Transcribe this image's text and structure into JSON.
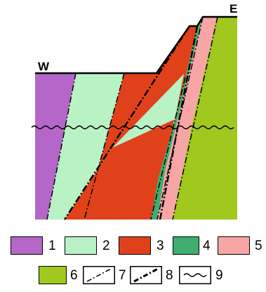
{
  "labels": {
    "west": "W",
    "east": "E"
  },
  "legend": [
    {
      "num": "1",
      "color": "#b567c9"
    },
    {
      "num": "2",
      "color": "#b8f2c5"
    },
    {
      "num": "3",
      "color": "#e0411a"
    },
    {
      "num": "4",
      "color": "#3fae6e"
    },
    {
      "num": "5",
      "color": "#f8a5a5"
    },
    {
      "num": "6",
      "color": "#a0c81e"
    },
    {
      "num": "7",
      "symbol": "dash-dot-line"
    },
    {
      "num": "8",
      "symbol": "bold-dash-dot-line"
    },
    {
      "num": "9",
      "symbol": "wavy-line"
    }
  ]
}
